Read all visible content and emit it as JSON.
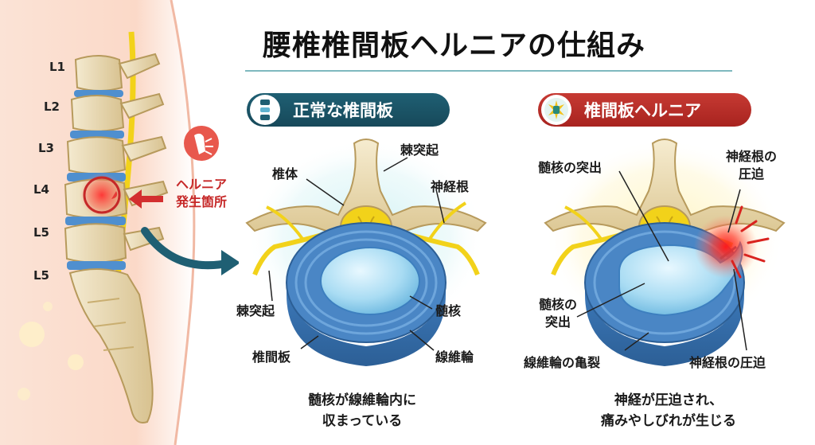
{
  "title": "腰椎椎間板ヘルニアの仕組み",
  "spine": {
    "vertebra_labels": [
      "L1",
      "L2",
      "L3",
      "L4",
      "L5",
      "L5"
    ],
    "hernia_site_label": [
      "ヘルニア",
      "発生箇所"
    ]
  },
  "normal": {
    "header": "正常な椎間板",
    "labels": {
      "vertebral_body": "椎体",
      "spinous_process_top": "棘突起",
      "nerve_root": "神経根",
      "spinous_process_left": "棘突起",
      "nucleus": "髄核",
      "disc": "椎間板",
      "annulus": "線維輪"
    },
    "caption": [
      "髄核が線維輪内に",
      "収まっている"
    ]
  },
  "hernia": {
    "header": "椎間板ヘルニア",
    "labels": {
      "nucleus_protrusion_top": "髄核の突出",
      "nerve_compression_top": [
        "神経根の",
        "圧迫"
      ],
      "nucleus_protrusion_left": [
        "髄核の",
        "突出"
      ],
      "annulus_tear": "線維輪の亀裂",
      "nerve_compression_bottom": "神経根の圧迫"
    },
    "caption": [
      "神経が圧迫され、",
      "痛みやしびれが生じる"
    ]
  },
  "colors": {
    "normal_accent": "#1f5f73",
    "hernia_accent": "#b52a24",
    "disc_blue": "#4a86c5",
    "nerve_yellow": "#f2d21a",
    "bone": "#eadcb5"
  }
}
